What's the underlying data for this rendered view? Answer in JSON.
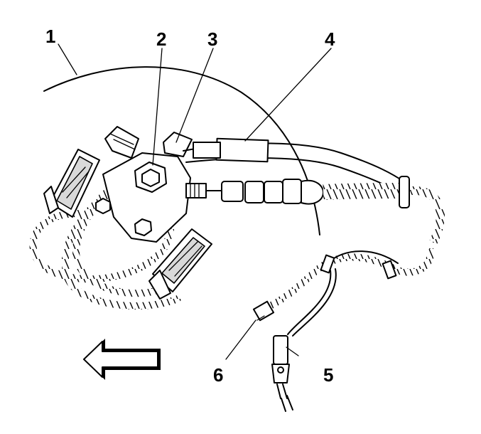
{
  "callouts": [
    {
      "id": "1",
      "label": "1"
    },
    {
      "id": "2",
      "label": "2"
    },
    {
      "id": "3",
      "label": "3"
    },
    {
      "id": "4",
      "label": "4"
    },
    {
      "id": "5",
      "label": "5"
    },
    {
      "id": "6",
      "label": "6"
    }
  ],
  "icons": {
    "direction_arrow": "left-arrow-icon"
  }
}
